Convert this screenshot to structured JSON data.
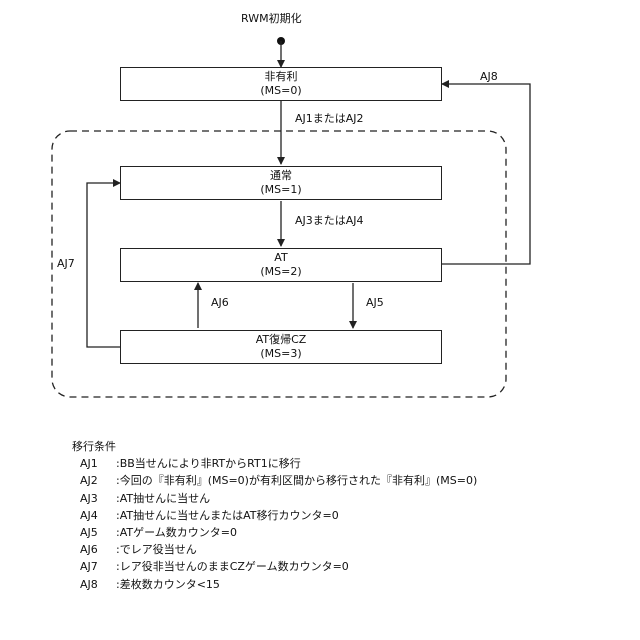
{
  "diagram": {
    "start_label": "RWM初期化",
    "states": [
      {
        "name": "非有利",
        "ms": "(MS=0)"
      },
      {
        "name": "通常",
        "ms": "(MS=1)"
      },
      {
        "name": "AT",
        "ms": "(MS=2)"
      },
      {
        "name": "AT復帰CZ",
        "ms": "(MS=3)"
      }
    ],
    "transitions": {
      "aj1_aj2": "AJ1またはAJ2",
      "aj3_aj4": "AJ3またはAJ4",
      "aj5": "AJ5",
      "aj6": "AJ6",
      "aj7": "AJ7",
      "aj8": "AJ8"
    }
  },
  "conditions": {
    "title": "移行条件",
    "items": [
      {
        "code": "AJ1",
        "text": ":BB当せんにより非RTからRT1に移行"
      },
      {
        "code": "AJ2",
        "text": ":今回の『非有利』(MS=0)が有利区間から移行された『非有利』(MS=0)"
      },
      {
        "code": "AJ3",
        "text": ":AT抽せんに当せん"
      },
      {
        "code": "AJ4",
        "text": ":AT抽せんに当せんまたはAT移行カウンタ=0"
      },
      {
        "code": "AJ5",
        "text": ":ATゲーム数カウンタ=0"
      },
      {
        "code": "AJ6",
        "text": ":でレア役当せん"
      },
      {
        "code": "AJ7",
        "text": ":レア役非当せんのままCZゲーム数カウンタ=0"
      },
      {
        "code": "AJ8",
        "text": ":差枚数カウンタ<15"
      }
    ]
  }
}
